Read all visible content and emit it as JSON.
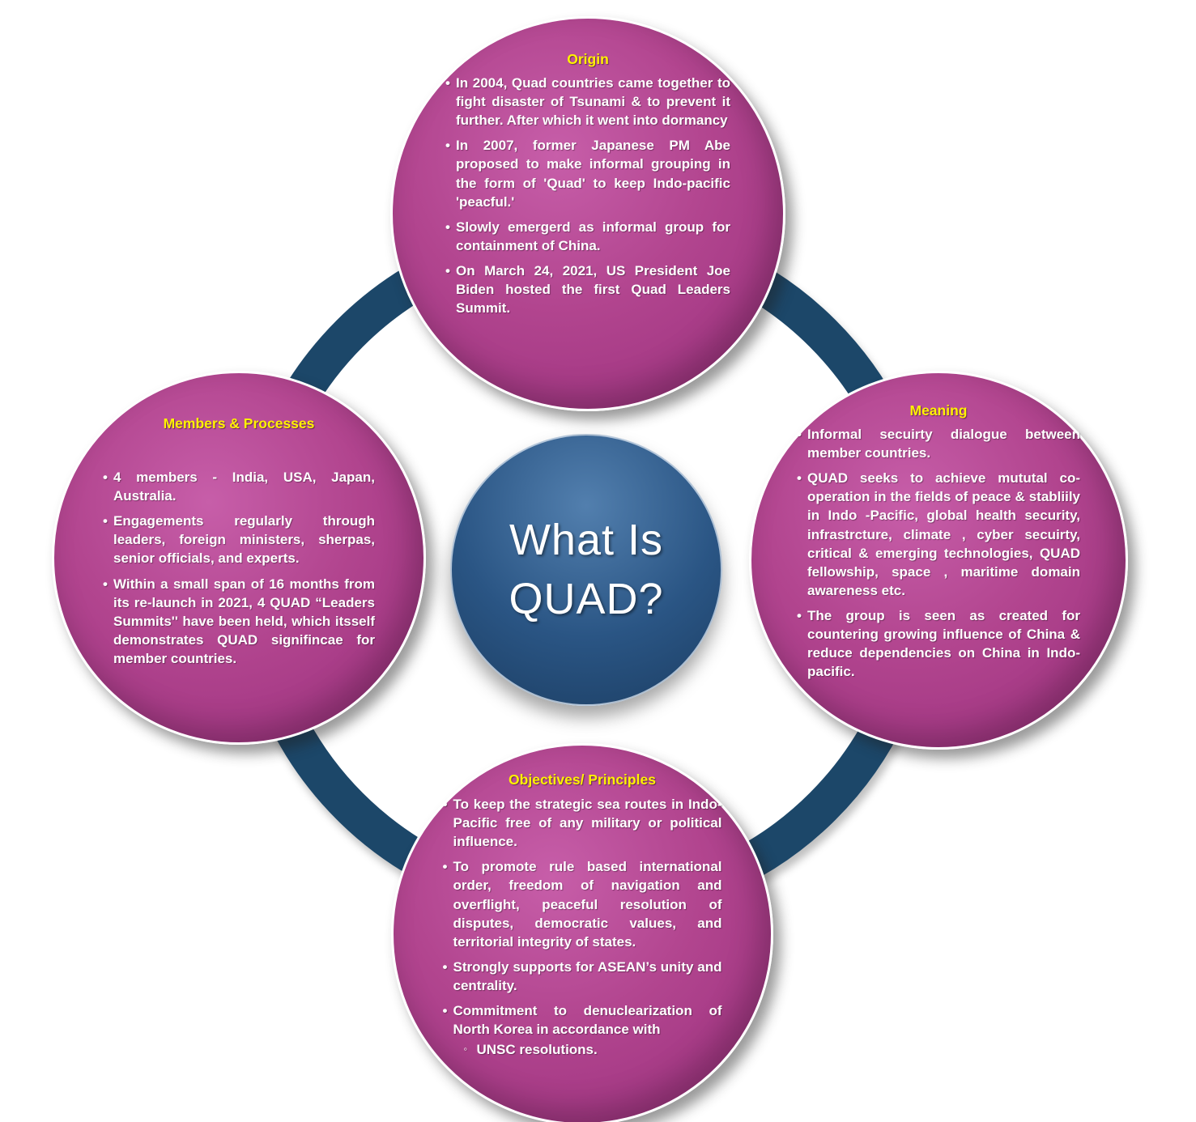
{
  "diagram": {
    "title": "What Is QUAD?",
    "center_lines": [
      "What Is",
      "QUAD?"
    ]
  },
  "colors": {
    "node_fill": "#b2458f",
    "ring": "#1c4769",
    "title_text": "#fff200",
    "body_text": "#ffffff",
    "center_fill": "#2a5584"
  },
  "nodes": [
    {
      "id": "origin",
      "title": "Origin",
      "bullets": [
        "In 2004, Quad countries came together to fight disaster of Tsunami & to prevent it further. After which it went into dormancy",
        "In 2007, former Japanese PM Abe proposed to make informal grouping  in the form of 'Quad' to keep Indo-pacific  'peacful.'",
        "Slowly emergerd as informal group for containment of China.",
        "On March 24, 2021, US President Joe Biden hosted the first Quad Leaders Summit."
      ]
    },
    {
      "id": "meaning",
      "title": "Meaning",
      "bullets": [
        "Informal secuirty dialogue between member countries.",
        "QUAD seeks to achieve mututal co-operation in the fields of peace & stabliily  in Indo -Pacific, global health security, infrastrcture, climate , cyber secuirty, critical & emerging technologies, QUAD fellowship, space , maritime domain awareness etc.",
        "The group is seen as created for countering growing influence of China & reduce dependencies on China  in Indo-pacific."
      ]
    },
    {
      "id": "members",
      "title": "Members & Processes",
      "bullets": [
        "4 members - India, USA,  Japan, Australia.",
        "Engagements regularly through leaders, foreign ministers, sherpas, senior officials, and experts.",
        "Within  a small  span of 16 months from its  re-launch in 2021,  4 QUAD “Leaders Summits'' have been held, which itsself demonstrates QUAD signifincae for member countries."
      ]
    },
    {
      "id": "objectives",
      "title": "Objectives/ Principles",
      "bullets": [
        "To keep the strategic sea routes in Indo-Pacific free of any military or political influence.",
        "To promote rule based international order, freedom of navigation and overflight, peaceful resolution of disputes, democratic values, and territorial integrity of states.",
        "Strongly supports for ASEAN’s unity and centrality.",
        "Commitment to denuclearization of North Korea in accordance with",
        "UNSC resolutions."
      ]
    }
  ]
}
